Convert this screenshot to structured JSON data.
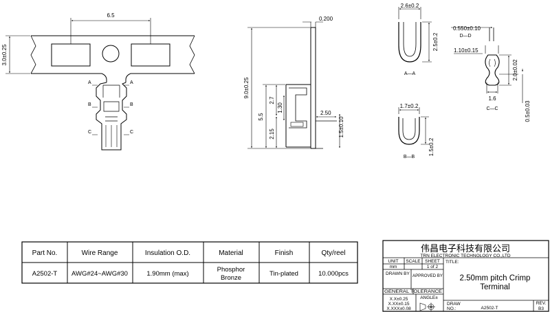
{
  "front_view": {
    "dim_width": "6.5",
    "dim_height": "3.0±0.25",
    "section_marks": [
      "A",
      "B",
      "C"
    ]
  },
  "side_view": {
    "dims": {
      "thickness": "0.200",
      "overall": "9.0±0.25",
      "upper": "5.5",
      "d27": "2.7",
      "d130": "1.30",
      "d215": "2.15",
      "d250": "2.50",
      "d15": "1.5±0.10"
    }
  },
  "section_aa": {
    "top": "2.6±0.2",
    "height": "2.5±0.2",
    "label": "A—A"
  },
  "section_bb": {
    "top": "1.7±0.2",
    "height": "1.5±0.2",
    "label": "B—B"
  },
  "section_dd": {
    "d1": "0.550±0.10",
    "label": "D—D"
  },
  "section_cc": {
    "d1": "1.10±0.15",
    "d2": "2.0±0.02",
    "d3": "1.6",
    "d4": "0.5±0.03",
    "label": "C—C"
  },
  "spec_table": {
    "headers": [
      "Part No.",
      "Wire Range",
      "Insulation O.D.",
      "Material",
      "Finish",
      "Qty/reel"
    ],
    "row": {
      "part_no": "A2502-T",
      "wire_range": "AWG#24~AWG#30",
      "insulation": "1.90mm (max)",
      "material_l1": "Phosphor",
      "material_l2": "Bronze",
      "finish": "Tin-plated",
      "qty": "10.000pcs"
    }
  },
  "title_block": {
    "company_zh": "伟昌电子科技有限公司",
    "company_en": "TRN ELECTRONIC TECHNOLOGY CO.,LTD",
    "unit_label": "UNIT",
    "unit_value": "mm",
    "scale_label": "SCALE",
    "sheet_label": "SHEET",
    "sheet_value": "1 of 2",
    "title_label": "TITLE:",
    "title_l1": "2.50mm pitch Crimp",
    "title_l2": "Terminal",
    "drawn_by": "DRAWN BY",
    "approved_by": "APPROVED BY",
    "general_tol": "GENERAL TOLERANCE",
    "angle_label": "ANGLE±",
    "tol1": "X.X±0.25",
    "tol2": "X.XX±0.15",
    "tol3": "X.XXX±0.08",
    "draw_no_l1": "DRAW",
    "draw_no_l2": "NO.:",
    "draw_no": "A2502-T",
    "rev_label": "REV.",
    "rev_value": "B3"
  }
}
